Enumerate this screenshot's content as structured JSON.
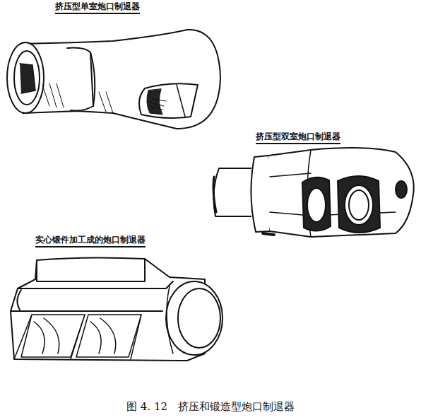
{
  "diagram": {
    "caption": "图 4. 12　挤压和锻造型炮口制退器",
    "labels": [
      "挤压型单室炮口制退器",
      "挤压型双室炮口制退器",
      "实心锻件加工成的炮口制退器"
    ]
  }
}
